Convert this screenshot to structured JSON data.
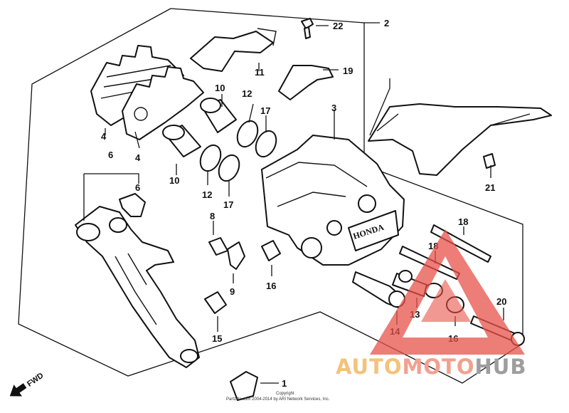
{
  "diagram": {
    "callouts": [
      "1",
      "2",
      "3",
      "4",
      "4",
      "6",
      "6",
      "8",
      "9",
      "10",
      "10",
      "11",
      "12",
      "12",
      "13",
      "14",
      "15",
      "16",
      "16",
      "17",
      "17",
      "18",
      "18",
      "19",
      "20",
      "21",
      "22"
    ],
    "brand_mark": "HONDA",
    "direction_label": "FWD",
    "copyright_line1": "Copyright",
    "copyright_line2": "Partzilla.com 2004-2014 by ARI Network Services, Inc."
  },
  "watermark": {
    "part1": "AUTO",
    "part2": "MOTO",
    "part3": "HUB",
    "colors": {
      "auto": "#f4c27a",
      "moto": "#f2a08f",
      "hub": "#9e9e9e",
      "triangle": "#e8524a"
    }
  }
}
